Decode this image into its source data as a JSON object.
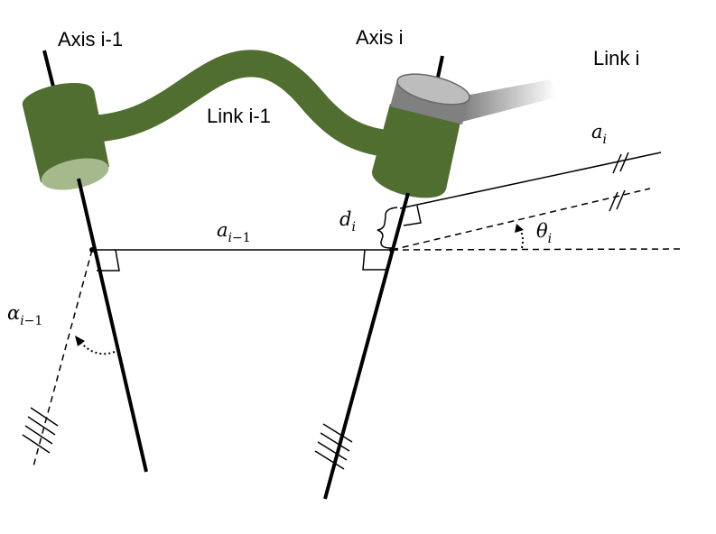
{
  "labels": {
    "axis_prev": "Axis i-1",
    "axis_cur": "Axis i",
    "link_cur": "Link i",
    "link_prev": "Link i-1"
  },
  "symbols": {
    "a_prev": {
      "base": "a",
      "sub_var": "i",
      "sub_rest": "−1"
    },
    "alpha_prev": {
      "base": "α",
      "sub_var": "i",
      "sub_rest": "−1"
    },
    "d_i": {
      "base": "d",
      "sub_var": "i"
    },
    "a_i": {
      "base": "a",
      "sub_var": "i"
    },
    "theta_i": {
      "base": "θ",
      "sub_var": "i"
    }
  },
  "colors": {
    "link_green": "#4f6e30",
    "cap_green": "#a6b98c",
    "cap_grey": "#bdbdbd",
    "body_grey": "#808080",
    "line": "#000000"
  }
}
